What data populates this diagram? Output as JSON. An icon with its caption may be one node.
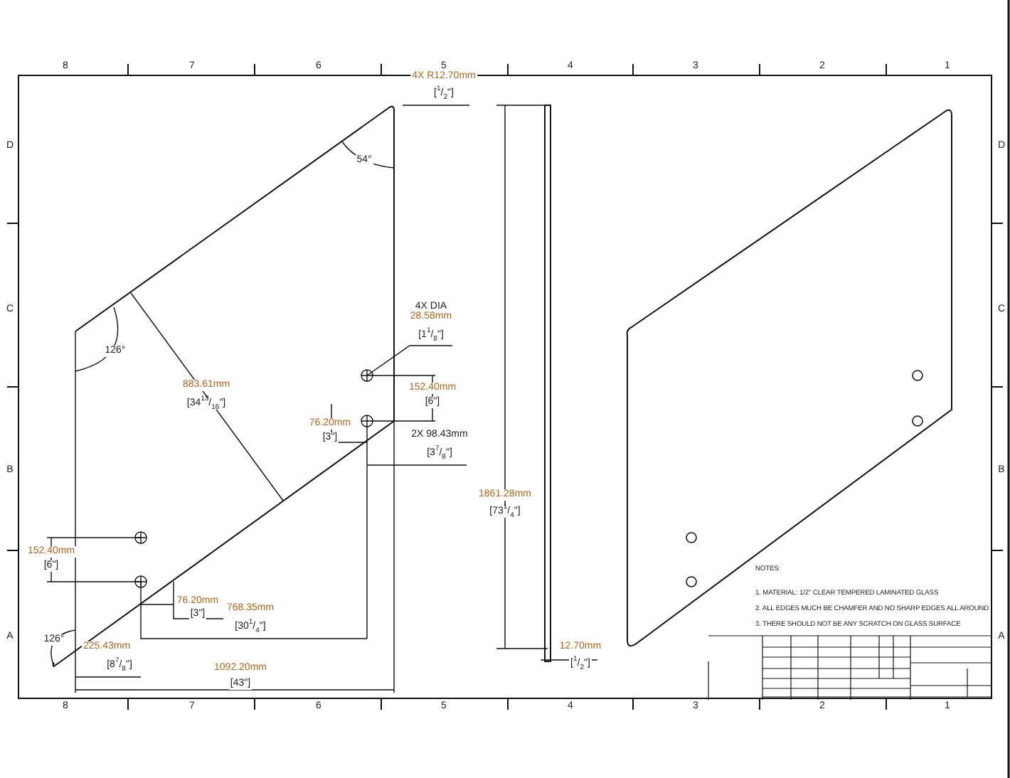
{
  "diagram": {
    "labels": [
      "8",
      "7",
      "6",
      "5",
      "4",
      "3",
      "2",
      "1",
      "4X R12.70mm",
      "[$^{1}$/$_{2}$\"]",
      "D",
      "D",
      "54°",
      "C",
      "C",
      "126°",
      "4X DIA",
      "28.58mm",
      "[1$^{1}$/$_{8}$\"]",
      "883.61mm",
      "[34$^{13}$/$_{16}$\"]",
      "152.40mm",
      "[6\"]",
      "76.20mm",
      "[3\"]",
      "2X 98.43mm",
      "[3$^{7}$/$_{8}$\"]",
      "B",
      "B",
      "1861.28mm",
      "[73$^{1}$/$_{4}$\"]",
      "152.40mm",
      "[6\"]",
      "NOTES:",
      "76.20mm",
      "[3\"]",
      "768.35mm",
      "[30$^{1}$/$_{4}$\"]",
      "1.  MATERIAL: 1/2\" CLEAR TEMPERED LAMINATED GLASS",
      "2.  ALL EDGES MUCH BE CHAMFER AND NO SHARP EDGES ALL AROUND",
      "3.  THERE SHOULD NOT BE ANY SCRATCH ON GLASS SURFACE",
      "A",
      "A",
      "126°",
      "225.43mm",
      "[8$^{7}$/$_{8}$\"]",
      "12.70mm",
      "[$^{1}$/$_{2}$\"]",
      "1092.20mm",
      "[43\"]",
      "8",
      "7",
      "6",
      "5",
      "4",
      "3",
      "2",
      "1"
    ]
  }
}
